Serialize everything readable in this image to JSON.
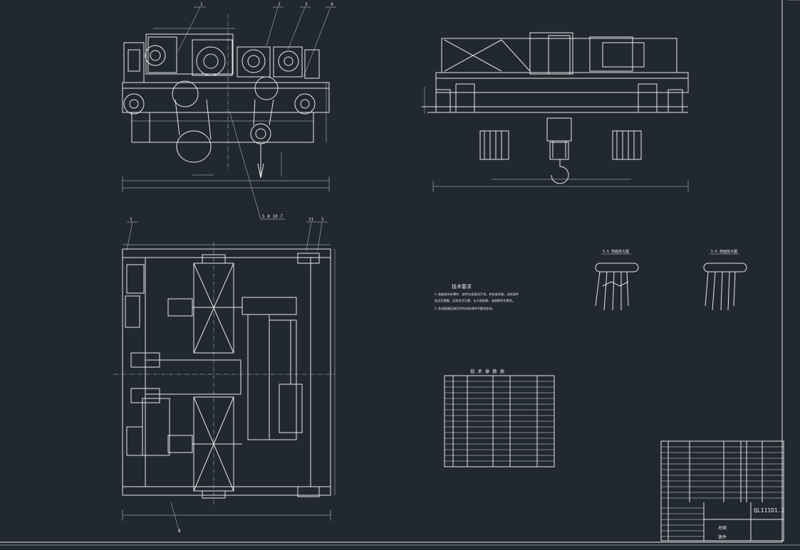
{
  "drawing": {
    "drawing_number": "QL111D1.2",
    "title_block_label": "总图",
    "title_block_sub": "铸件"
  },
  "view_callouts": {
    "front": [
      "1",
      "2",
      "3",
      "4"
    ],
    "plan_top_left": "1",
    "plan_top_right_a": "11",
    "plan_top_right_b": "1",
    "plan_bottom": "8",
    "leader_group": "5 8 10 7"
  },
  "section_views": {
    "left_label": "5-5 剖面放大图",
    "right_label": "5-6 剖面放大图"
  },
  "technical_requirements": {
    "heading": "技术要求",
    "lines": [
      "1.装配前所有零件、部件均须清洗干净，并检查合格，运转部件",
      "  加注润滑脂，运转灵活可靠，无卡阻现象，油漆颜色为黄色。",
      "2.各减速器及液压件均应按说明书要求加油。"
    ]
  },
  "parameter_table": {
    "title": "技 术 参 数 表"
  },
  "colors": {
    "background": "#212830",
    "linework": "#e8e8e8"
  }
}
